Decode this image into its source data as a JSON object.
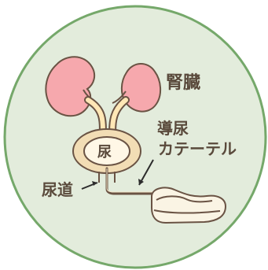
{
  "labels": {
    "kidney": "腎臓",
    "bladder": "尿",
    "catheter_line1": "導尿",
    "catheter_line2": "カテーテル",
    "urethra": "尿道"
  },
  "colors": {
    "circle_background": "#e3ecdc",
    "circle_border": "#75a86a",
    "kidney_fill": "#f6a8ad",
    "kidney_outline": "#6a5344",
    "ureter_fill": "#ffe7b6",
    "bladder_outer": "#f2ddb5",
    "bladder_inner": "#fff7e6",
    "bag_fill": "#faf4e4",
    "line_color": "#6a5344",
    "text_color": "#5a4a3c"
  }
}
